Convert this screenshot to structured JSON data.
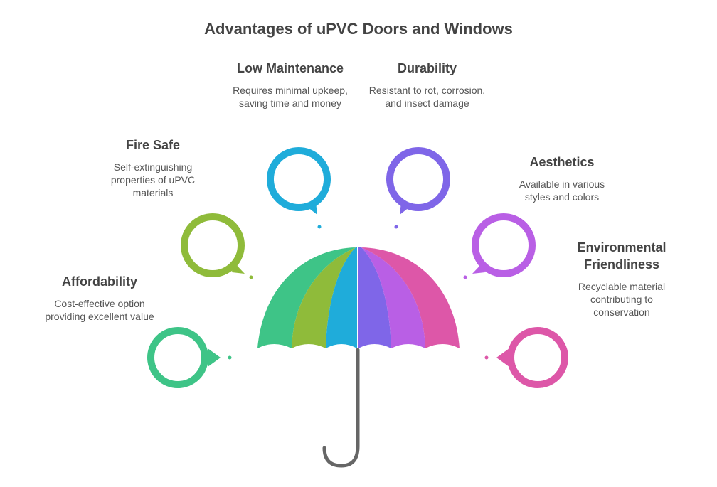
{
  "title": "Advantages of uPVC Doors and Windows",
  "items": [
    {
      "heading": "Affordability",
      "description": "Cost-effective option providing excellent value",
      "color": "#3EC487"
    },
    {
      "heading": "Fire Safe",
      "description": "Self-extinguishing properties of uPVC materials",
      "color": "#8FBB3A"
    },
    {
      "heading": "Low Maintenance",
      "description": "Requires minimal upkeep, saving time and money",
      "color": "#1FACDA"
    },
    {
      "heading": "Durability",
      "description": "Resistant to rot, corrosion, and insect damage",
      "color": "#7F66E8"
    },
    {
      "heading": "Aesthetics",
      "description": "Available in various styles and colors",
      "color": "#B95FE5"
    },
    {
      "heading": "Environmental Friendliness",
      "description": "Recyclable material contributing to conservation",
      "color": "#DD57A8"
    }
  ],
  "handle_color": "#666666"
}
